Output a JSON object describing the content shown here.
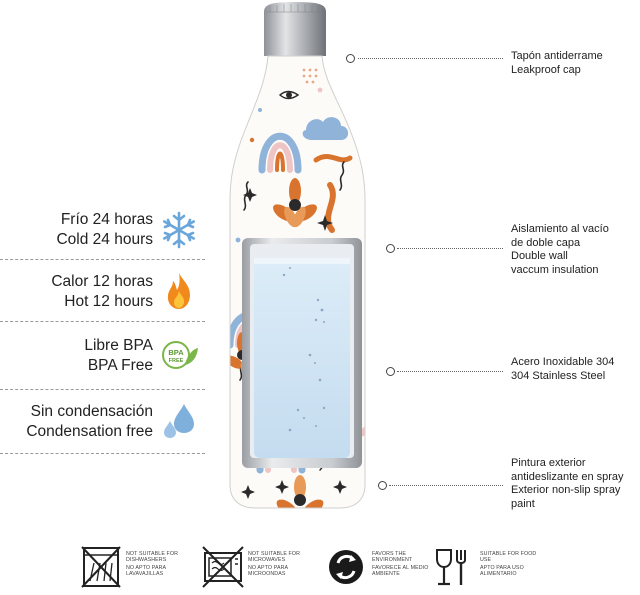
{
  "features": [
    {
      "line1": "Frío 24 horas",
      "line2": "Cold 24 hours",
      "icon": "snowflake-icon"
    },
    {
      "line1": "Calor 12 horas",
      "line2": "Hot 12 hours",
      "icon": "flame-icon"
    },
    {
      "line1": "Libre BPA",
      "line2": "BPA Free",
      "icon": "bpa-free-leaf-icon",
      "badge_top": "BPA",
      "badge_bottom": "FREE"
    },
    {
      "line1": "Sin condensación",
      "line2": "Condensation free",
      "icon": "water-drops-icon"
    }
  ],
  "callouts": [
    {
      "lines": [
        "Tapón antiderrame",
        "Leakproof cap"
      ]
    },
    {
      "lines": [
        "Aislamiento al vacío",
        "de doble capa",
        "Double wall",
        "vaccum insulation"
      ]
    },
    {
      "lines": [
        "Acero Inoxidable 304",
        "304 Stainless Steel"
      ]
    },
    {
      "lines": [
        "Pintura exterior",
        "antideslizante en spray",
        "Exterior non-slip spray",
        "paint"
      ]
    }
  ],
  "care": [
    {
      "en": "NOT SUITABLE FOR DISHWASHERS",
      "es": "NO APTO PARA LAVAVAJILLAS",
      "icon": "no-dishwasher-icon"
    },
    {
      "en": "NOT SUITABLE FOR MICROWAVES",
      "es": "NO APTO PARA MICROONDAS",
      "icon": "no-microwave-icon"
    },
    {
      "en": "FAVORS THE ENVIRONMENT",
      "es": "FAVORECE AL MEDIO AMBIENTE",
      "icon": "recycle-icon"
    },
    {
      "en": "SUITABLE FOR FOOD USE",
      "es": "APTO PARA USO ALIMENTARIO",
      "icon": "food-safe-icon"
    }
  ],
  "colors": {
    "accent_blue": "#6aa6da",
    "flame_orange": "#f08a1c",
    "leaf_green": "#7ab648",
    "pattern_orange": "#d9742e",
    "pattern_blue": "#8fb3d9",
    "pattern_pink": "#efc4c4",
    "steel": "#b9bcc0"
  }
}
